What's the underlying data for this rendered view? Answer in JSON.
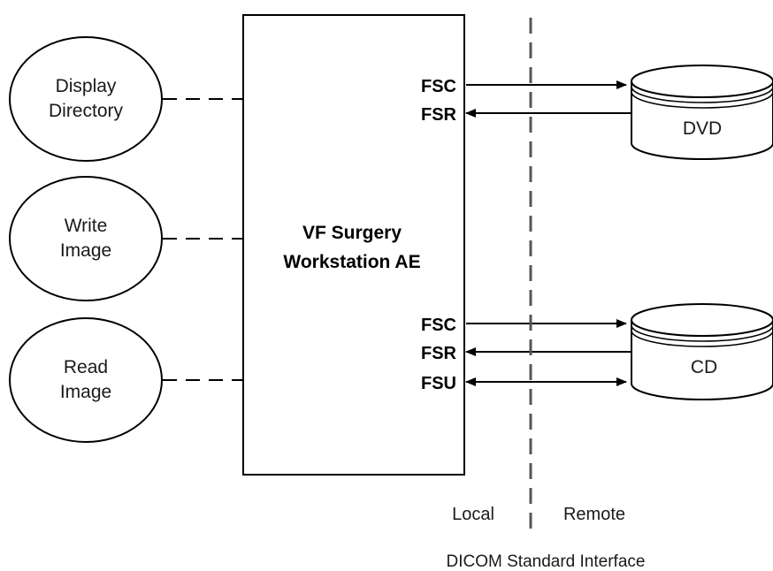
{
  "activities": [
    {
      "line1": "Display",
      "line2": "Directory"
    },
    {
      "line1": "Write",
      "line2": "Image"
    },
    {
      "line1": "Read",
      "line2": "Image"
    }
  ],
  "ae": {
    "line1": "VF Surgery",
    "line2": "Workstation AE"
  },
  "dvd": {
    "label": "DVD",
    "roles": [
      {
        "name": "FSC",
        "direction": "to-media"
      },
      {
        "name": "FSR",
        "direction": "from-media"
      }
    ]
  },
  "cd": {
    "label": "CD",
    "roles": [
      {
        "name": "FSC",
        "direction": "to-media"
      },
      {
        "name": "FSR",
        "direction": "from-media"
      },
      {
        "name": "FSU",
        "direction": "bidirectional"
      }
    ]
  },
  "local_label": "Local",
  "remote_label": "Remote",
  "footer": "DICOM Standard Interface"
}
